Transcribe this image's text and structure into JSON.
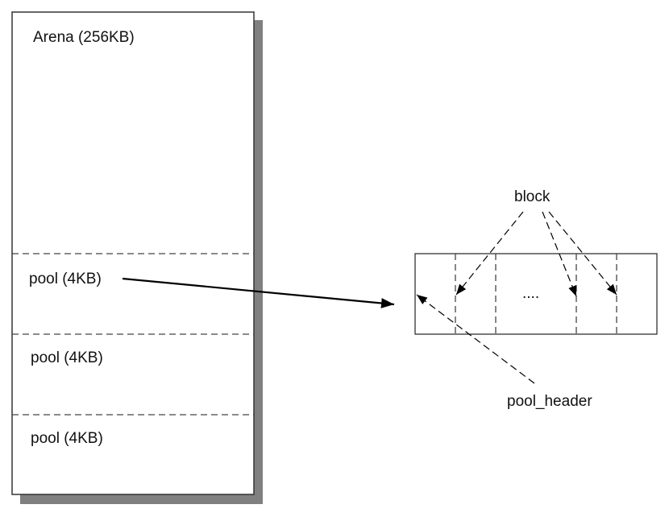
{
  "diagram": {
    "arena": {
      "label": "Arena (256KB)",
      "pools": [
        {
          "label": "pool (4KB)"
        },
        {
          "label": "pool (4KB)"
        },
        {
          "label": "pool (4KB)"
        }
      ]
    },
    "pool_detail": {
      "ellipsis": "....",
      "block_label": "block",
      "header_label": "pool_header"
    },
    "colors": {
      "stroke": "#333333",
      "shadow": "#808080",
      "arrow": "#000000"
    }
  }
}
